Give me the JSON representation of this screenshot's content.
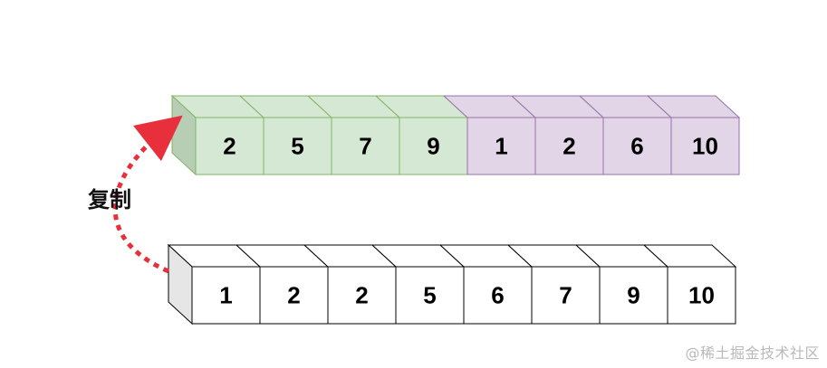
{
  "copy_label": "复制",
  "watermark": "@稀土掘金技术社区",
  "colors": {
    "green_face": "#d5e8d4",
    "green_side": "#b7ceb4",
    "green_stroke": "#82b366",
    "purple_face": "#e1d5e7",
    "purple_side": "#cab9d6",
    "purple_stroke": "#9673a6",
    "white_face": "#ffffff",
    "white_side": "#e6e6e6",
    "black_stroke": "#000000",
    "arrow": "#e8303c"
  },
  "top_array": {
    "cells": [
      {
        "value": "2",
        "group": "green"
      },
      {
        "value": "5",
        "group": "green"
      },
      {
        "value": "7",
        "group": "green"
      },
      {
        "value": "9",
        "group": "green"
      },
      {
        "value": "1",
        "group": "purple"
      },
      {
        "value": "2",
        "group": "purple"
      },
      {
        "value": "6",
        "group": "purple"
      },
      {
        "value": "10",
        "group": "purple"
      }
    ]
  },
  "bottom_array": {
    "cells": [
      {
        "value": "1"
      },
      {
        "value": "2"
      },
      {
        "value": "2"
      },
      {
        "value": "5"
      },
      {
        "value": "6"
      },
      {
        "value": "7"
      },
      {
        "value": "9"
      },
      {
        "value": "10"
      }
    ]
  }
}
